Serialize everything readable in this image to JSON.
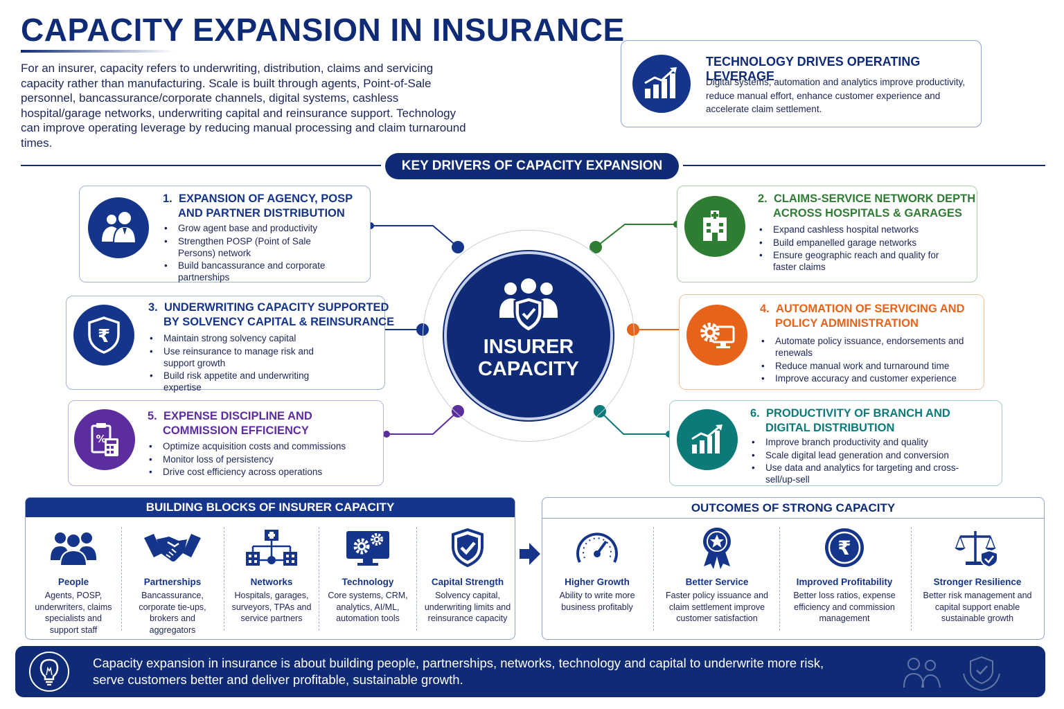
{
  "title": "CAPACITY EXPANSION IN INSURANCE",
  "intro": "For an insurer, capacity refers to underwriting, distribution, claims and servicing capacity rather than manufacturing. Scale is built through agents, Point-of-Sale personnel, bancassurance/corporate channels, digital systems, cashless hospital/garage networks, underwriting capital and reinsurance support. Technology can improve operating leverage by reducing manual processing and claim turnaround times.",
  "tech_box": {
    "title": "TECHNOLOGY DRIVES OPERATING LEVERAGE",
    "text": "Digital systems, automation and analytics improve productivity, reduce manual effort, enhance customer experience and accelerate claim settlement.",
    "icon": "growth-chart-icon"
  },
  "section_title": "KEY DRIVERS OF CAPACITY EXPANSION",
  "center": {
    "line1": "INSURER",
    "line2": "CAPACITY",
    "icon": "people-shield-icon"
  },
  "drivers": [
    {
      "num": "1.",
      "title1": "EXPANSION OF AGENCY, POSP",
      "title2": "AND PARTNER DISTRIBUTION",
      "color": "#15358a",
      "icon": "agents-icon",
      "bullets": [
        "Grow agent base and productivity",
        "Strengthen POSP (Point of Sale Persons) network",
        "Build bancassurance and corporate partnerships"
      ]
    },
    {
      "num": "2.",
      "title1": "CLAIMS-SERVICE NETWORK DEPTH",
      "title2": "ACROSS HOSPITALS & GARAGES",
      "color": "#2e7d32",
      "icon": "hospital-icon",
      "bullets": [
        "Expand cashless hospital networks",
        "Build empanelled garage networks",
        "Ensure geographic reach and quality for faster claims"
      ]
    },
    {
      "num": "3.",
      "title1": "UNDERWRITING CAPACITY SUPPORTED",
      "title2": "BY SOLVENCY CAPITAL & REINSURANCE",
      "color": "#15358a",
      "icon": "rupee-shield-icon",
      "bullets": [
        "Maintain strong solvency capital",
        "Use reinsurance to manage risk and support growth",
        "Build risk appetite and underwriting expertise"
      ]
    },
    {
      "num": "4.",
      "title1": "AUTOMATION OF SERVICING AND",
      "title2": "POLICY ADMINISTRATION",
      "color": "#e8631a",
      "icon": "gear-monitor-icon",
      "bullets": [
        "Automate policy issuance, endorsements and renewals",
        "Reduce manual work and turnaround time",
        "Improve accuracy and customer experience"
      ]
    },
    {
      "num": "5.",
      "title1": "EXPENSE DISCIPLINE AND",
      "title2": "COMMISSION EFFICIENCY",
      "color": "#5b2d9e",
      "icon": "calculator-icon",
      "bullets": [
        "Optimize acquisition costs and commissions",
        "Monitor loss of persistency",
        "Drive cost efficiency across operations"
      ]
    },
    {
      "num": "6.",
      "title1": "PRODUCTIVITY OF BRANCH AND",
      "title2": "DIGITAL DISTRIBUTION",
      "color": "#0d7a7a",
      "icon": "growth-chart-icon",
      "bullets": [
        "Improve branch productivity and quality",
        "Scale digital lead generation and conversion",
        "Use data and analytics for targeting and cross-sell/up-sell"
      ]
    }
  ],
  "blocks": {
    "title": "BUILDING BLOCKS OF INSURER CAPACITY",
    "items": [
      {
        "title": "People",
        "text": "Agents, POSP, underwriters, claims specialists and support staff",
        "icon": "people-icon"
      },
      {
        "title": "Partnerships",
        "text": "Bancassurance, corporate tie-ups, brokers and aggregators",
        "icon": "handshake-icon"
      },
      {
        "title": "Networks",
        "text": "Hospitals, garages, surveyors, TPAs and service partners",
        "icon": "network-icon"
      },
      {
        "title": "Technology",
        "text": "Core systems, CRM, analytics, AI/ML, automation tools",
        "icon": "monitor-gears-icon"
      },
      {
        "title": "Capital Strength",
        "text": "Solvency capital, underwriting limits and reinsurance capacity",
        "icon": "shield-check-icon"
      }
    ]
  },
  "outcomes": {
    "title": "OUTCOMES OF STRONG CAPACITY",
    "items": [
      {
        "title": "Higher Growth",
        "text": "Ability to write more business profitably",
        "icon": "speedometer-icon"
      },
      {
        "title": "Better Service",
        "text": "Faster policy issuance and claim settlement improve customer satisfaction",
        "icon": "award-icon"
      },
      {
        "title": "Improved Profitability",
        "text": "Better loss ratios, expense efficiency and commission management",
        "icon": "rupee-coin-icon"
      },
      {
        "title": "Stronger Resilience",
        "text": "Better risk management and capital support enable sustainable growth",
        "icon": "scales-icon"
      }
    ]
  },
  "footer": {
    "text": "Capacity expansion in insurance is about building people, partnerships, networks, technology and capital to underwrite more risk, serve customers better and deliver profitable, sustainable growth.",
    "icon": "lightbulb-icon"
  }
}
